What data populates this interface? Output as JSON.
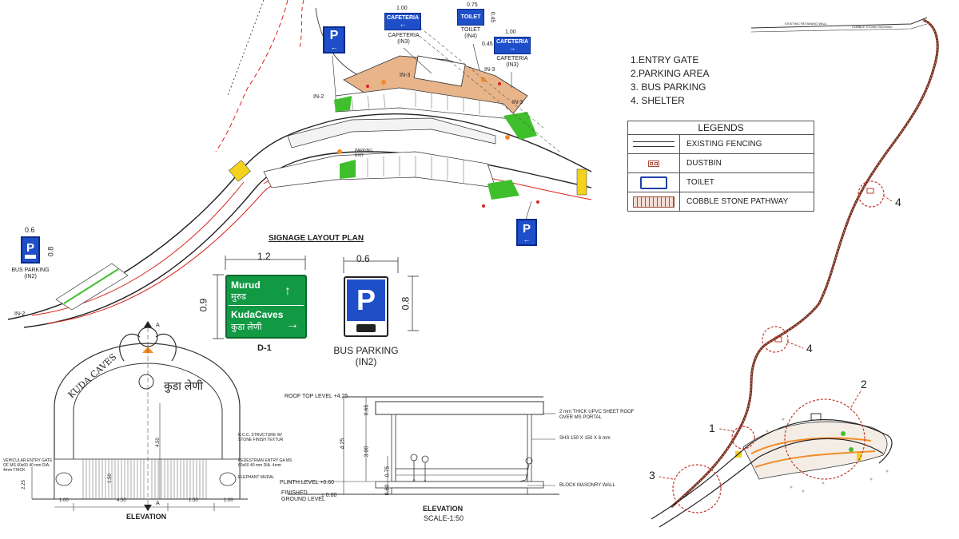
{
  "site_plan": {
    "cafeteria_sign_left": {
      "text": "CAFETERIA",
      "width_dim": "1.00",
      "label": "CAFETERIA\n(IN3)"
    },
    "toilet_sign": {
      "text": "TOILET",
      "width_dim": "0.75",
      "height_dim": "0.45",
      "label": "TOILET\n(IN4)"
    },
    "cafeteria_sign_right": {
      "text": "CAFETERIA",
      "width_dim": "1.00",
      "height_dim": "0.45",
      "label": "CAFETERIA\n(IN3)"
    },
    "in_tags": [
      "IN-3",
      "IN-3",
      "IN-3",
      "IN-2",
      "IN-2"
    ],
    "parking_label": "PARKING\nEXIT"
  },
  "bus_parking_small": {
    "width_dim": "0.6",
    "height_dim": "0.8",
    "label": "BUS PARKING\n(IN2)"
  },
  "key_list": [
    "1.ENTRY GATE",
    "2.PARKING AREA",
    "3. BUS PARKING",
    "4. SHELTER"
  ],
  "legend": {
    "title": "LEGENDS",
    "items": [
      "EXISTING FENCING",
      "DUSTBIN",
      "TOILET",
      "COBBLE STONE PATHWAY"
    ]
  },
  "signage": {
    "title": "SIGNAGE LAYOUT PLAN",
    "d1": {
      "width_dim": "1.2",
      "height_dim": "0.9",
      "line1_en": "Murud",
      "line1_local": "मुरुड",
      "line2_en": "KudaCaves",
      "line2_local": "कुडा लेणी",
      "caption": "D-1"
    },
    "bus": {
      "width_dim": "0.6",
      "height_dim": "0.8",
      "letter": "P",
      "caption1": "BUS PARKING",
      "caption2": "(IN2)"
    }
  },
  "gate": {
    "arch_text_left": "KUDA CAVES",
    "arch_text_right": "कुडा लेणी",
    "labels": [
      "R.C.C. STRUCTURE W/ STONE FINISH TEXTUR",
      "PEDESTRIAN ENTRY GA MS 60x60 40 mm DIA. 4mm",
      "ELEPHANT MURAL"
    ],
    "left_label": "VEHICULAR ENTRY GATE OF MS 60x60 40 mm DIA. 4mm THICK",
    "dims_bottom": [
      "1.00",
      "4.50",
      "1.50",
      "1.00"
    ],
    "dim_height": "4.50",
    "dim_left": "2.25",
    "dim_gate": "1.50",
    "caption": "ELEVATION",
    "section_mark": "A"
  },
  "shelter": {
    "roof_level": "ROOF TOP LEVEL +4.25",
    "plinth_level": "PLINTH LEVEL +0.60",
    "ground_level_1": "FINISHED",
    "ground_level_2": "GROUND LEVEL",
    "ground_value": "± 0.00",
    "roof_note_1": "2 mm THICK UPVC SHEET ROOF",
    "roof_note_2": "OVER MS PORTAL",
    "shs_note": "SHS 150 X 150 X 6 mm",
    "wall_note": "BLOCK MASONRY WALL",
    "dims": [
      "0.65",
      "3.00",
      "4.25",
      "0.75",
      "0.60"
    ],
    "caption": "ELEVATION",
    "scale": "SCALE-1:50"
  },
  "route_map": {
    "top_labels": [
      "EXISTING RETAINING WALL",
      "COBBLE STONE PATHWAY"
    ],
    "markers": [
      "1",
      "2",
      "3",
      "4",
      "4"
    ]
  },
  "colors": {
    "sign_blue": "#1f4fc8",
    "sign_green": "#119944",
    "road_red": "#d9231c",
    "grass": "#3fbf2c",
    "paving": "#e8b48a",
    "yellow": "#f2d21b"
  }
}
